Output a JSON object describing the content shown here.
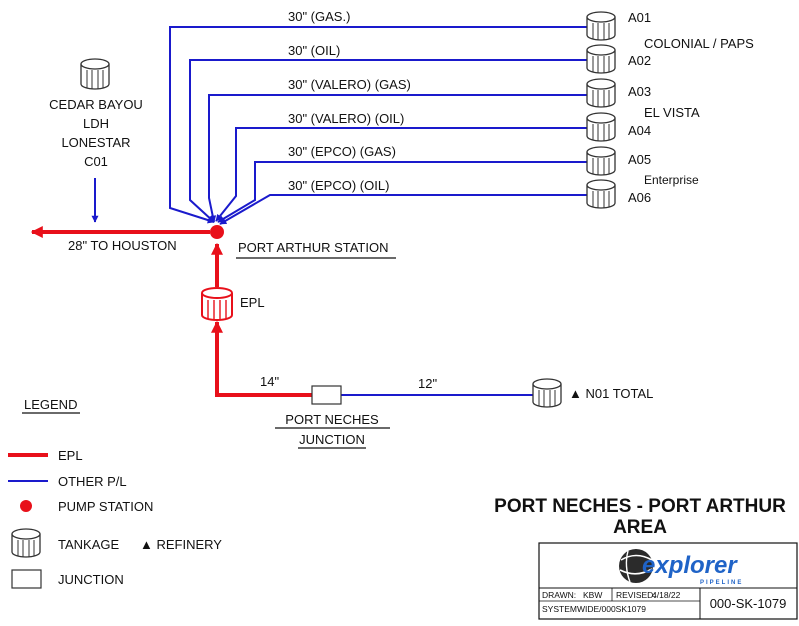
{
  "colors": {
    "epl": "#e8101a",
    "other": "#1a1acc",
    "tank_stroke": "#333333",
    "logo_blue": "#1f63c7",
    "logo_dark": "#2b2b2b"
  },
  "tanks": [
    {
      "id": "A01",
      "label": "A01"
    },
    {
      "id": "A02",
      "label": "A02"
    },
    {
      "id": "A03",
      "label": "A03"
    },
    {
      "id": "A04",
      "label": "A04"
    },
    {
      "id": "A05",
      "label": "A05"
    },
    {
      "id": "A06",
      "label": "A06"
    }
  ],
  "tank_groups": {
    "colonial": "COLONIAL / PAPS",
    "el_vista": "EL VISTA",
    "enterprise": "Enterprise"
  },
  "pipelines": [
    {
      "label": "30\" (GAS.)"
    },
    {
      "label": "30\" (OIL)"
    },
    {
      "label": "30\" (VALERO) (GAS)"
    },
    {
      "label": "30\" (VALERO) (OIL)"
    },
    {
      "label": "30\" (EPCO) (GAS)"
    },
    {
      "label": "30\" (EPCO) (OIL)"
    }
  ],
  "cedar_bayou": [
    "CEDAR BAYOU",
    "LDH",
    "LONESTAR",
    "C01"
  ],
  "houston_label": "28\" TO HOUSTON",
  "station_label": "PORT ARTHUR STATION",
  "epl_tank_label": "EPL",
  "junction": {
    "line1": "PORT NECHES",
    "line2": "JUNCTION"
  },
  "pipe_14": "14\"",
  "pipe_12": "12\"",
  "n01_label": "▲ N01 TOTAL",
  "legend": {
    "title": "LEGEND",
    "epl": "EPL",
    "other": "OTHER P/L",
    "pump": "PUMP STATION",
    "tankage": "TANKAGE",
    "refinery": "▲ REFINERY",
    "junction": "JUNCTION"
  },
  "title": {
    "line1": "PORT NECHES - PORT ARTHUR",
    "line2": "AREA"
  },
  "title_block": {
    "logo_word": "explorer",
    "logo_sub": "PIPELINE",
    "drawn_label": "DRAWN:",
    "drawn_value": "KBW",
    "revised_label": "REVISED:",
    "revised_value": "4/18/22",
    "path": "SYSTEMWIDE/000SK1079",
    "drawing_no": "000-SK-1079"
  }
}
